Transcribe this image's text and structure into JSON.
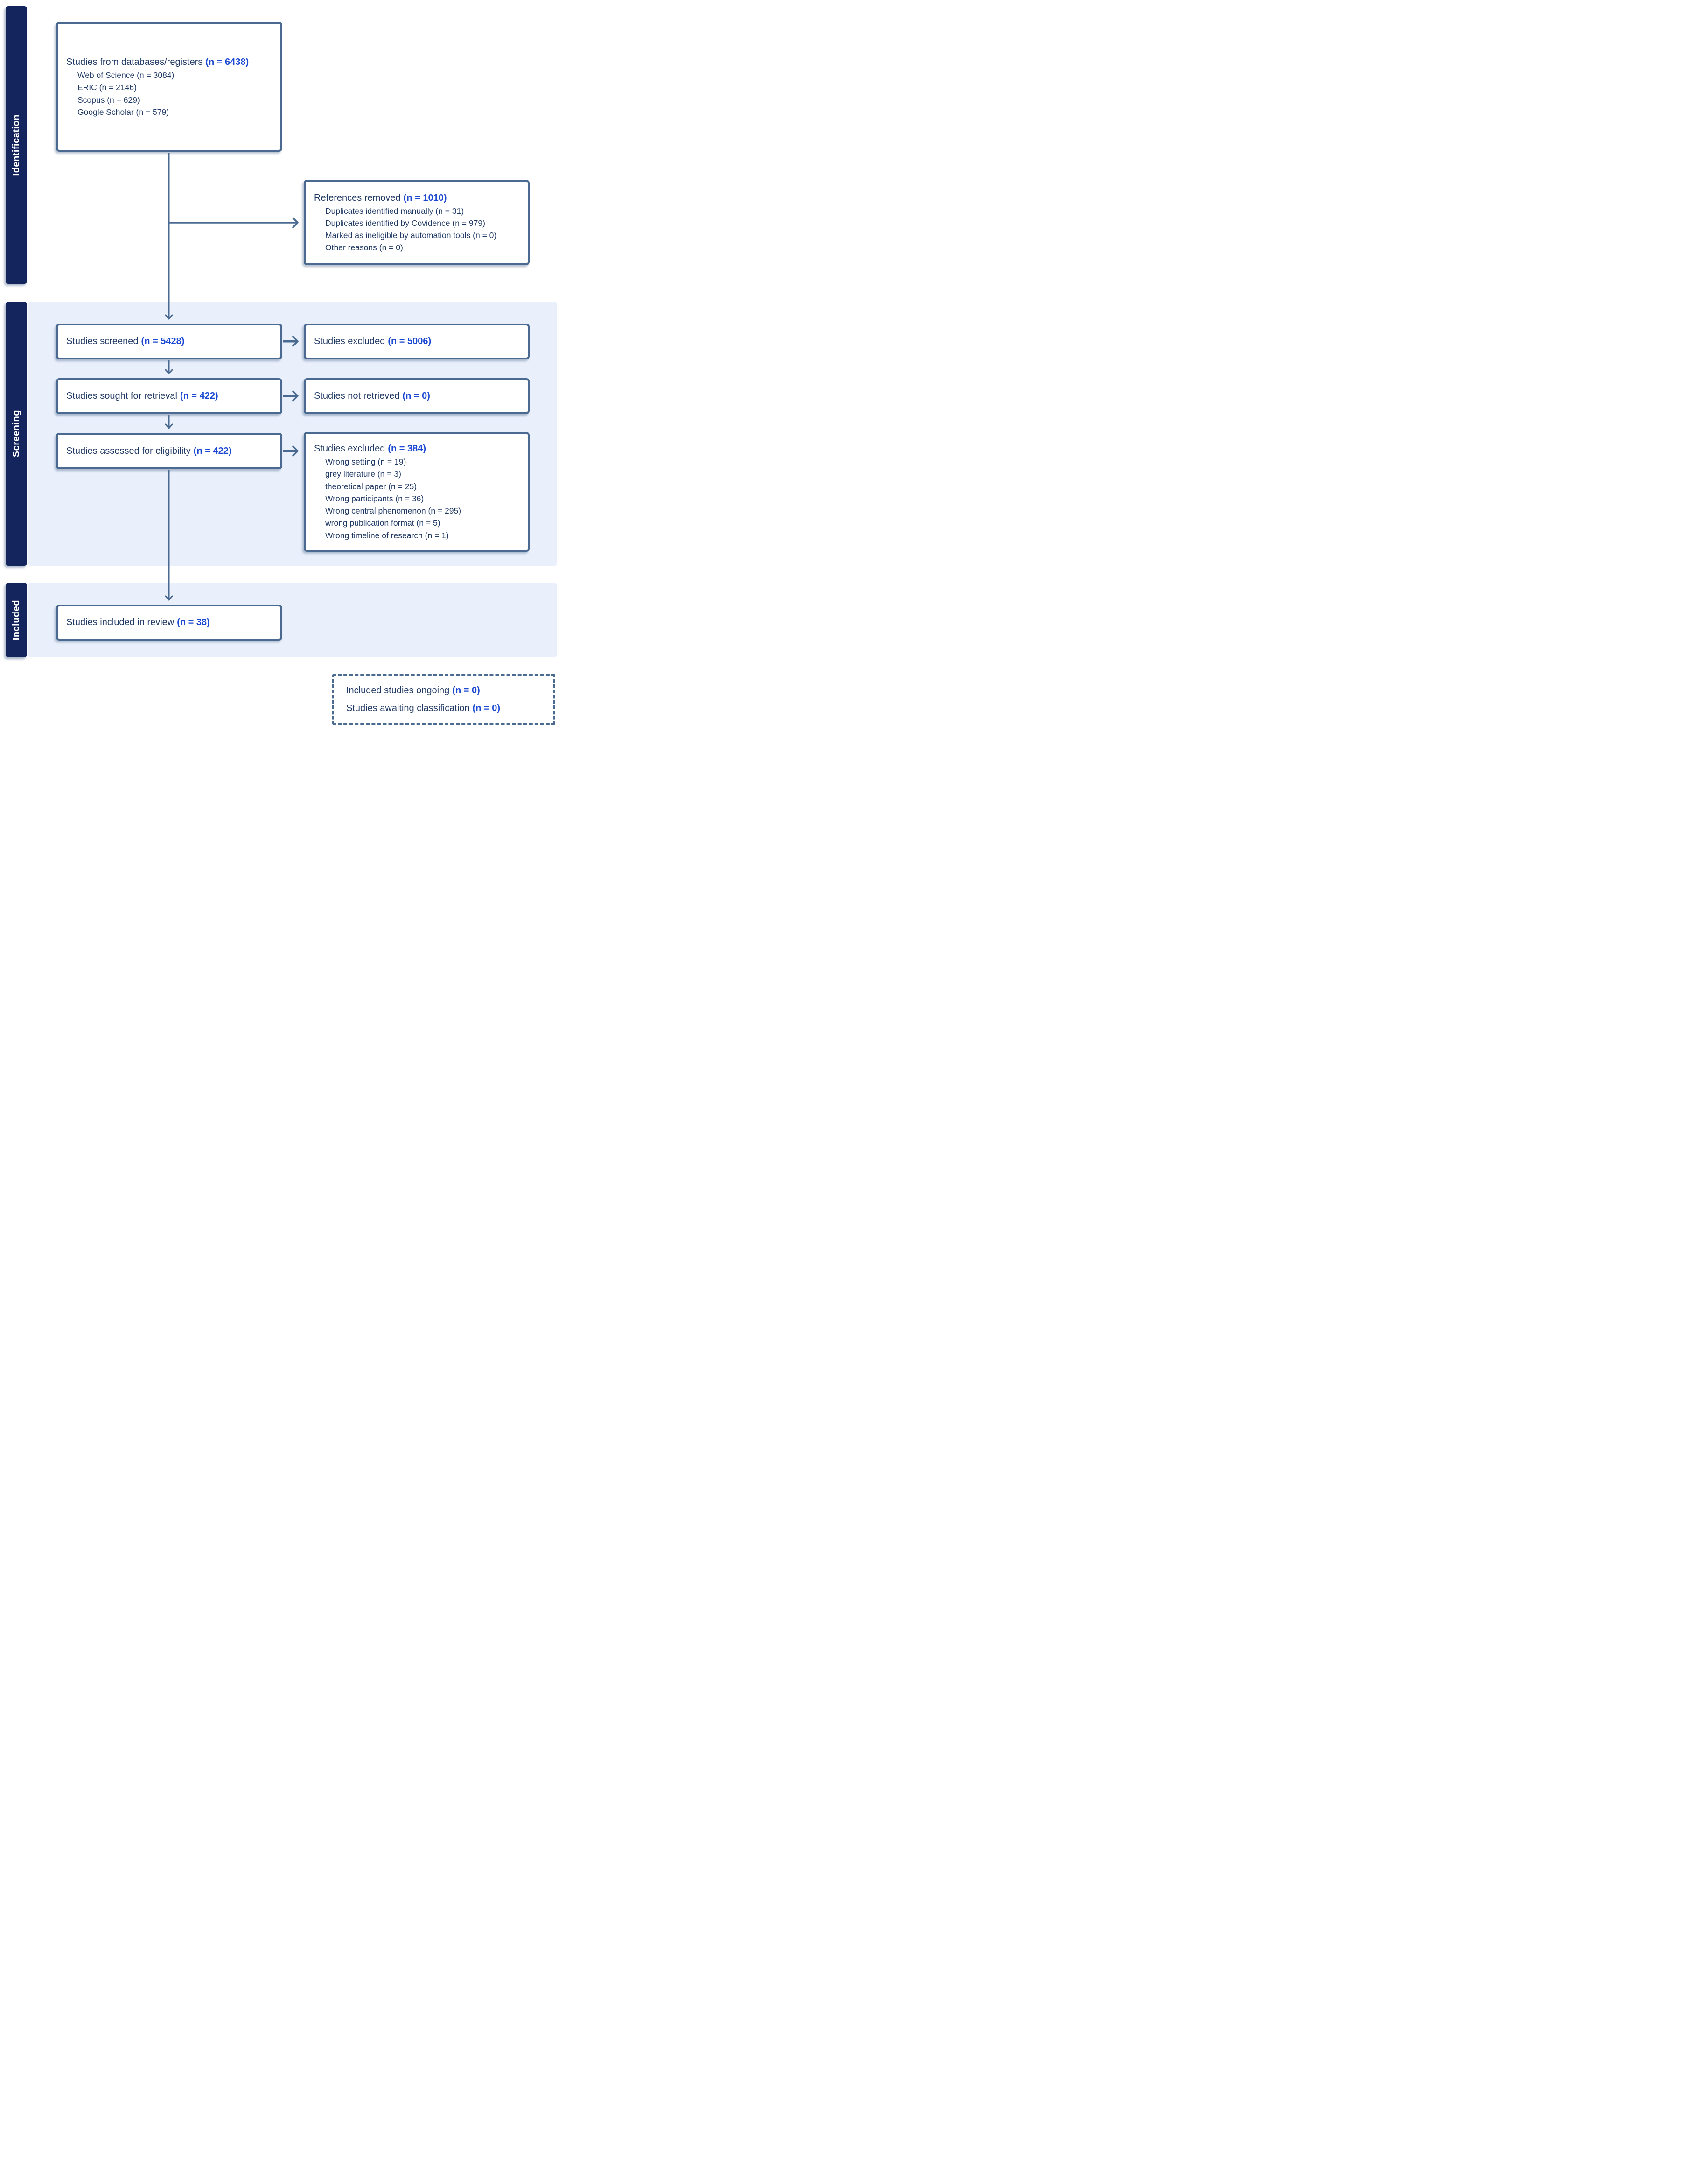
{
  "palette": {
    "sidebar_navy": "#14245c",
    "band_blue": "#e9f0fb",
    "border_slate": "#4a6a92",
    "text_navy": "#1f3864",
    "count_blue": "#1b49d2"
  },
  "sidebar": {
    "sections": [
      {
        "label": "Identification"
      },
      {
        "label": "Screening"
      },
      {
        "label": "Included"
      }
    ]
  },
  "boxes": {
    "databases": {
      "title": "Studies from databases/registers",
      "count": "(n = 6438)",
      "items": [
        "Web of Science (n = 3084)",
        "ERIC (n = 2146)",
        "Scopus (n = 629)",
        "Google Scholar (n = 579)"
      ]
    },
    "references_removed": {
      "title": "References removed",
      "count": "(n = 1010)",
      "items": [
        "Duplicates identified manually (n = 31)",
        "Duplicates identified by Covidence (n = 979)",
        "Marked as ineligible by automation tools (n = 0)",
        "Other reasons (n = 0)"
      ]
    },
    "screened": {
      "title": "Studies screened",
      "count": "(n = 5428)"
    },
    "excluded_screening": {
      "title": "Studies excluded",
      "count": "(n = 5006)"
    },
    "sought": {
      "title": "Studies sought for retrieval",
      "count": "(n = 422)"
    },
    "not_retrieved": {
      "title": "Studies not retrieved",
      "count": "(n = 0)"
    },
    "assessed": {
      "title": "Studies assessed for eligibility",
      "count": "(n = 422)"
    },
    "excluded_eligibility": {
      "title": "Studies excluded",
      "count": "(n = 384)",
      "items": [
        "Wrong setting (n = 19)",
        "grey literature (n = 3)",
        "theoretical paper (n = 25)",
        "Wrong participants (n = 36)",
        "Wrong central phenomenon (n = 295)",
        "wrong publication format (n = 5)",
        "Wrong timeline of research (n = 1)"
      ]
    },
    "included_review": {
      "title": "Studies included in review",
      "count": "(n = 38)"
    },
    "ongoing": {
      "lines": [
        {
          "title": "Included studies ongoing",
          "count": "(n = 0)"
        },
        {
          "title": "Studies awaiting classification",
          "count": "(n = 0)"
        }
      ]
    }
  }
}
